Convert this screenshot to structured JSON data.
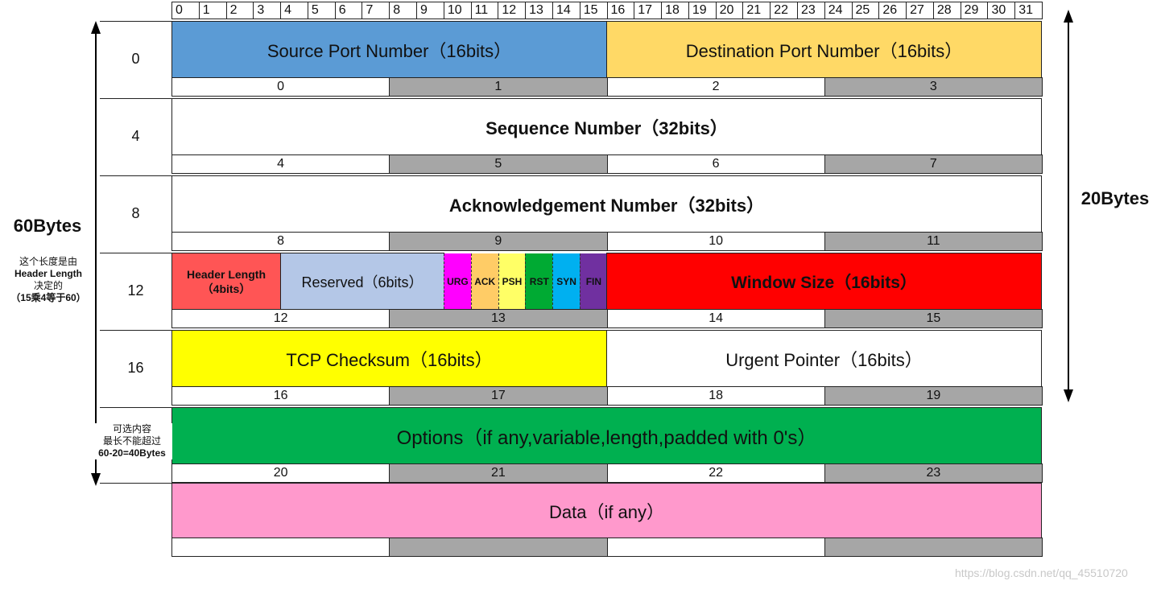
{
  "bit_numbers": [
    "0",
    "1",
    "2",
    "3",
    "4",
    "5",
    "6",
    "7",
    "8",
    "9",
    "10",
    "11",
    "12",
    "13",
    "14",
    "15",
    "16",
    "17",
    "18",
    "19",
    "20",
    "21",
    "22",
    "23",
    "24",
    "25",
    "26",
    "27",
    "28",
    "29",
    "30",
    "31"
  ],
  "rows": [
    {
      "offset": "0",
      "bytes": [
        "0",
        "1",
        "2",
        "3"
      ]
    },
    {
      "offset": "4",
      "bytes": [
        "4",
        "5",
        "6",
        "7"
      ]
    },
    {
      "offset": "8",
      "bytes": [
        "8",
        "9",
        "10",
        "11"
      ]
    },
    {
      "offset": "12",
      "bytes": [
        "12",
        "13",
        "14",
        "15"
      ]
    },
    {
      "offset": "16",
      "bytes": [
        "16",
        "17",
        "18",
        "19"
      ]
    },
    {
      "offset": "",
      "bytes": [
        "20",
        "21",
        "22",
        "23"
      ]
    },
    {
      "offset": "",
      "bytes": [
        "",
        "",
        "",
        ""
      ]
    }
  ],
  "fields": {
    "source_port": "Source Port Number（16bits）",
    "dest_port": "Destination Port Number（16bits）",
    "sequence": "Sequence Number（32bits）",
    "ack": "Acknowledgement Number（32bits）",
    "header_length_line1": "Header Length",
    "header_length_line2": "（4bits）",
    "reserved": "Reserved（6bits）",
    "flags": [
      "URG",
      "ACK",
      "PSH",
      "RST",
      "SYN",
      "FIN"
    ],
    "window_size": "Window Size（16bits）",
    "checksum": "TCP Checksum（16bits）",
    "urgent_pointer": "Urgent Pointer（16bits）",
    "options": "Options（if any,variable,length,padded with 0's）",
    "data": "Data（if any）"
  },
  "left": {
    "title": "60Bytes",
    "note_line1": "这个长度是由",
    "note_line2": "Header Length",
    "note_line3": "决定的",
    "note_line4": "（15乘4等于60）",
    "options_note_line1": "可选内容",
    "options_note_line2": "最长不能超过",
    "options_note_line3": "60-20=40Bytes"
  },
  "right": {
    "title": "20Bytes"
  },
  "watermark": "https://blog.csdn.net/qq_45510720",
  "colors": {
    "source_port": "#5b9bd5",
    "dest_port": "#ffd966",
    "header_length": "#ff5555",
    "reserved": "#b4c7e7",
    "urg": "#ff00ff",
    "ack": "#ffcc66",
    "psh": "#ffff66",
    "rst": "#00aa33",
    "syn": "#00b0f0",
    "fin": "#7030a0",
    "window_size": "#ff0000",
    "checksum": "#ffff00",
    "urgent_pointer": "#ffffff",
    "options": "#00b050",
    "data": "#ff99cc",
    "byte_shaded": "#a6a6a6"
  }
}
